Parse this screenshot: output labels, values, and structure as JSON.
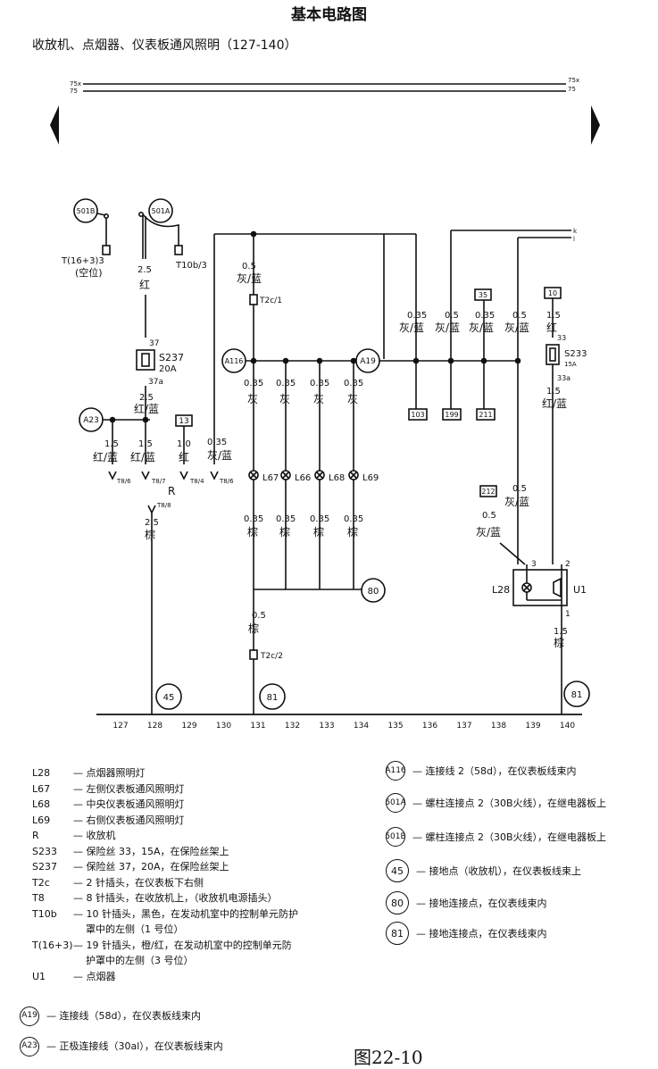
{
  "title": "基本电路图",
  "subtitle": "收放机、点烟器、仪表板通风照明（127-140）",
  "bus": {
    "line1": "75x",
    "line2": "75"
  },
  "nodes": {
    "n501B": "501B",
    "n501A": "501A",
    "A116": "A116",
    "A19": "A19",
    "A23": "A23",
    "n80": "80",
    "n45": "45",
    "n81a": "81",
    "n81b": "81"
  },
  "labels": {
    "t16": "T(16+3)3",
    "kongwei": "(空位)",
    "t10b": "T10b/3",
    "w25": "2.5",
    "hong": "红",
    "s237": "S237",
    "s237amp": "20A",
    "p37": "37",
    "p37a": "37a",
    "w25b": "2.5",
    "hongl": "红/蓝",
    "w15a": "1.5",
    "hongla": "红/蓝",
    "t86": "T8/6",
    "w15b": "1.5",
    "honglb": "红/蓝",
    "t87": "T8/7",
    "box13": "13",
    "w10": "1.0",
    "hongc": "红",
    "t84": "T8/4",
    "w035t": "0.35",
    "huilt": "灰/蓝",
    "t86b": "T8/6",
    "R": "R",
    "t88": "T8/8",
    "w25c": "2.5",
    "zong": "棕",
    "w05": "0.5",
    "huil5": "灰/蓝",
    "t2c1": "T2c/1",
    "gw1": "0.35",
    "gw2": "0.35",
    "gw3": "0.35",
    "gw4": "0.35",
    "hui1": "灰",
    "hui2": "灰",
    "hui3": "灰",
    "hui4": "灰",
    "L67": "L67",
    "L66": "L66",
    "L68": "L68",
    "L69": "L69",
    "bw1": "0.35",
    "bw2": "0.35",
    "bw3": "0.35",
    "bw4": "0.35",
    "zong1": "棕",
    "zong2": "棕",
    "zong3": "棕",
    "zong4": "棕",
    "w05b": "0.5",
    "zongb": "棕",
    "t2c2": "T2c/2",
    "c1w": "0.35",
    "c1c": "灰/蓝",
    "box103": "103",
    "c2w": "0.5",
    "c2c": "灰/蓝",
    "box199": "199",
    "box35": "35",
    "c3w": "0.35",
    "c3c": "灰/蓝",
    "box211": "211",
    "c4w": "0.5",
    "c4c": "灰/蓝",
    "box10": "10",
    "c5w": "1.5",
    "c5c": "红",
    "p33": "33",
    "s233": "S233",
    "s233amp": "15A",
    "p33a": "33a",
    "c5w2": "1.5",
    "c5c2": "红/蓝",
    "c4w2": "0.5",
    "c4c2": "灰/蓝",
    "box212": "212",
    "c6w": "0.5",
    "c6c": "灰/蓝",
    "L28": "L28",
    "U1": "U1",
    "p3": "3",
    "p2": "2",
    "p1": "1",
    "w15z": "1.5",
    "zongz": "棕",
    "k": "k",
    "l": "l"
  },
  "axis": [
    "127",
    "128",
    "129",
    "130",
    "131",
    "132",
    "133",
    "134",
    "135",
    "136",
    "137",
    "138",
    "139",
    "140"
  ],
  "legend_left": [
    {
      "code": "L28",
      "desc": "— 点烟器照明灯"
    },
    {
      "code": "L67",
      "desc": "— 左侧仪表板通风照明灯"
    },
    {
      "code": "L68",
      "desc": "— 中央仪表板通风照明灯"
    },
    {
      "code": "L69",
      "desc": "— 右侧仪表板通风照明灯"
    },
    {
      "code": "R",
      "desc": "— 收放机"
    },
    {
      "code": "S233",
      "desc": "— 保险丝 33，15A，在保险丝架上"
    },
    {
      "code": "S237",
      "desc": "— 保险丝 37，20A，在保险丝架上"
    },
    {
      "code": "T2c",
      "desc": "— 2 针插头，在仪表板下右侧"
    },
    {
      "code": "T8",
      "desc": "— 8 针插头，在收放机上，（收放机电源插头）"
    },
    {
      "code": "T10b",
      "desc": "— 10 针插头，黑色，在发动机室中的控制单元防护",
      "desc2": "罩中的左侧（1 号位）"
    },
    {
      "code": "T(16+3)",
      "desc": "— 19 针插头，橙/红，在发动机室中的控制单元防",
      "desc2": "护罩中的左侧（3 号位）"
    },
    {
      "code": "U1",
      "desc": "— 点烟器"
    }
  ],
  "legend_circ": [
    {
      "code": "A19",
      "desc": "— 连接线（58d），在仪表板线束内"
    },
    {
      "code": "A23",
      "desc": "— 正极连接线（30al），在仪表板线束内"
    }
  ],
  "legend_right": [
    {
      "code": "A116",
      "desc": "— 连接线 2（58d），在仪表板线束内"
    },
    {
      "code": "501A",
      "desc": "— 螺柱连接点 2（30B火线），在继电器板上"
    },
    {
      "code": "501B",
      "desc": "— 螺柱连接点 2（30B火线），在继电器板上"
    },
    {
      "code": "45",
      "desc": "— 接地点（收放机），在仪表板线束上"
    },
    {
      "code": "80",
      "desc": "— 接地连接点，在仪表线束内"
    },
    {
      "code": "81",
      "desc": "— 接地连接点，在仪表线束内"
    }
  ],
  "figure": "图22-10"
}
